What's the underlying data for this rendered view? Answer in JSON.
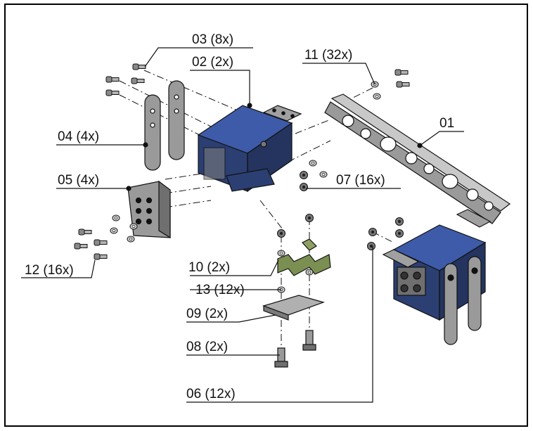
{
  "labels": {
    "p01": "01",
    "p02": "02 (2x)",
    "p03": "03 (8x)",
    "p04": "04 (4x)",
    "p05": "05 (4x)",
    "p06": "06 (12x)",
    "p07": "07 (16x)",
    "p08": "08 (2x)",
    "p09": "09 (2x)",
    "p10": "10 (2x)",
    "p11": "11 (32x)",
    "p12": "12 (16x)",
    "p13": "13 (12x)"
  },
  "colors": {
    "housing_top": "#3d5ba8",
    "housing_side": "#2c3f73",
    "metal": "#9a9a9a",
    "metal_dark": "#6f6f6f",
    "bracket_green": "#7b8f52",
    "line": "#111111"
  }
}
